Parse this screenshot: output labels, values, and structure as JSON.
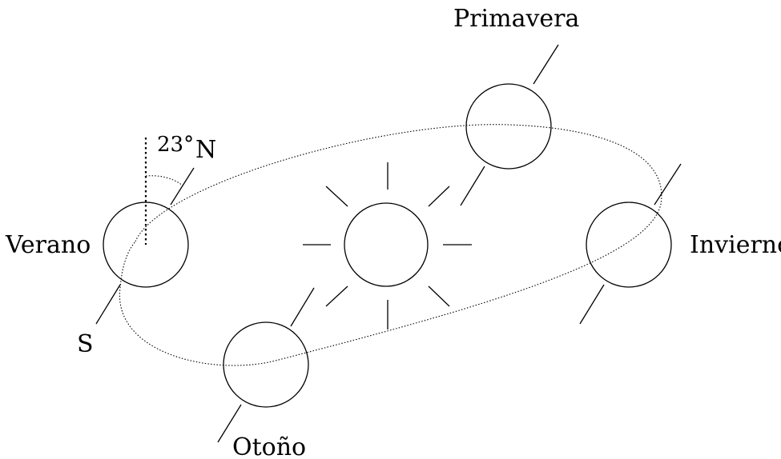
{
  "diagram": {
    "labels": {
      "summer": "Verano",
      "autumn": "Otoño",
      "winter": "Invierno",
      "spring": "Primavera",
      "north": "N",
      "south": "S",
      "tilt_angle": "23°"
    }
  }
}
